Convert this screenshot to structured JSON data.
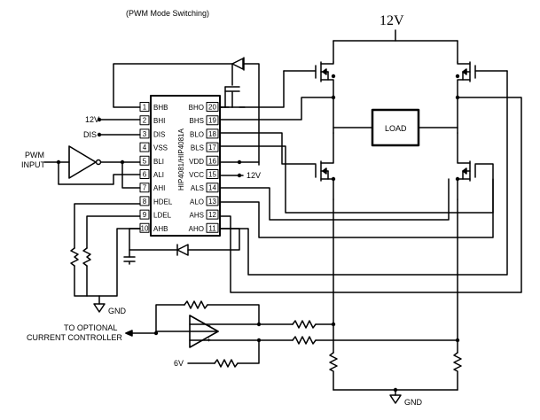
{
  "caption": "(PWM Mode Switching)",
  "supply_label": "12V",
  "load_label": "LOAD",
  "chip_name": "HIP4081/HIP4081A",
  "pins_left": [
    {
      "num": "1",
      "name": "BHB"
    },
    {
      "num": "2",
      "name": "BHI"
    },
    {
      "num": "3",
      "name": "DIS"
    },
    {
      "num": "4",
      "name": "VSS"
    },
    {
      "num": "5",
      "name": "BLI"
    },
    {
      "num": "6",
      "name": "ALI"
    },
    {
      "num": "7",
      "name": "AHI"
    },
    {
      "num": "8",
      "name": "HDEL"
    },
    {
      "num": "9",
      "name": "LDEL"
    },
    {
      "num": "10",
      "name": "AHB"
    }
  ],
  "pins_right": [
    {
      "num": "20",
      "name": "BHO"
    },
    {
      "num": "19",
      "name": "BHS"
    },
    {
      "num": "18",
      "name": "BLO"
    },
    {
      "num": "17",
      "name": "BLS"
    },
    {
      "num": "16",
      "name": "VDD"
    },
    {
      "num": "15",
      "name": "VCC"
    },
    {
      "num": "14",
      "name": "ALS"
    },
    {
      "num": "13",
      "name": "ALO"
    },
    {
      "num": "12",
      "name": "AHS"
    },
    {
      "num": "11",
      "name": "AHO"
    }
  ],
  "net_labels": {
    "bhi_supply": "12V",
    "dis": "DIS",
    "pwm_line1": "PWM",
    "pwm_line2": "INPUT",
    "vcc_supply": "12V",
    "gnd_left": "GND",
    "gnd_bottom": "GND",
    "opt_line1": "TO OPTIONAL",
    "opt_line2": "CURRENT CONTROLLER",
    "ref_6v": "6V"
  },
  "opamp_pins": {
    "minus": "−",
    "plus": "+"
  }
}
